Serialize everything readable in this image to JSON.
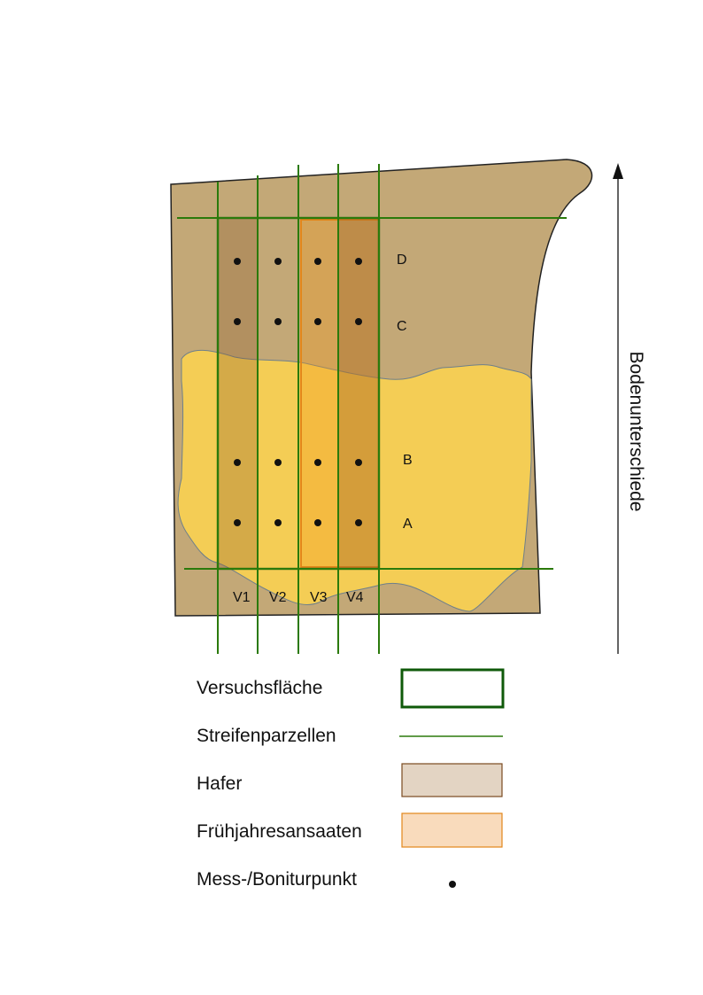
{
  "rows": [
    "D",
    "C",
    "B",
    "A"
  ],
  "variants": [
    "V1",
    "V2",
    "V3",
    "V4"
  ],
  "axis_label": "Bodenunterschiede",
  "legend": [
    {
      "label": "Versuchsfläche",
      "symbol": "outline-rect"
    },
    {
      "label": "Streifenparzellen",
      "symbol": "line"
    },
    {
      "label": "Hafer",
      "symbol": "fill-rect"
    },
    {
      "label": "Frühjahresansaaten",
      "symbol": "fill-rect"
    },
    {
      "label": "Mess-/Boniturpunkt",
      "symbol": "dot"
    }
  ],
  "colors": {
    "soil_dark": "#c3a877",
    "soil_light": "#f4cd55",
    "strip_line": "#2b7a0b",
    "trial_area": "#0f5a0a",
    "hafer": "#8b5a2b",
    "fruehjahr": "#f39a1e"
  }
}
